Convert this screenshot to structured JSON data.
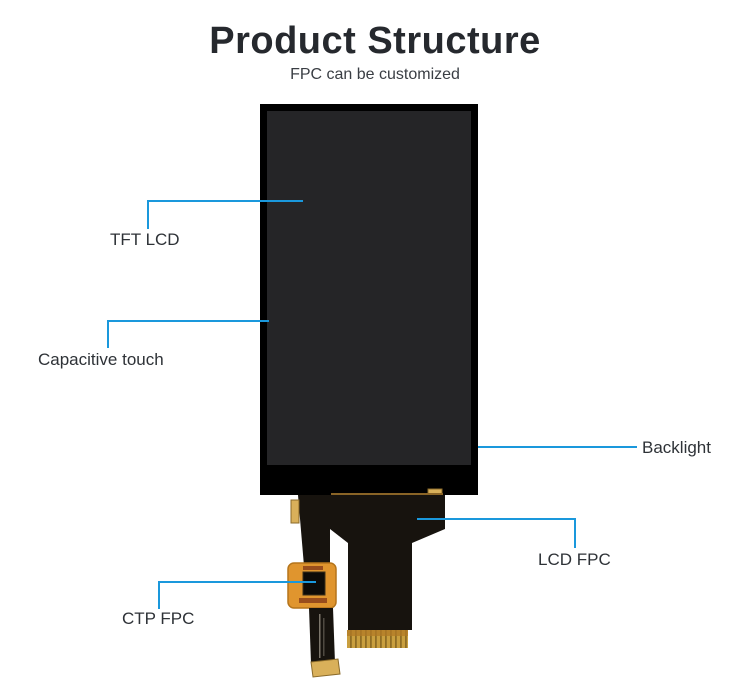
{
  "header": {
    "title": "Product Structure",
    "subtitle": "FPC can be customized"
  },
  "labels": {
    "tft_lcd": "TFT LCD",
    "capacitive_touch": "Capacitive touch",
    "backlight": "Backlight",
    "lcd_fpc": "LCD FPC",
    "ctp_fpc": "CTP FPC"
  },
  "colors": {
    "leader_line": "#1a98dc",
    "panel_frame": "#000000",
    "panel_surface": "#252527",
    "fpc_black": "#17130e",
    "fpc_orange": "#e0952e",
    "gold_pad": "#d9b05a",
    "gold_fingers": "#c99f3f",
    "title_text": "#26292e"
  }
}
